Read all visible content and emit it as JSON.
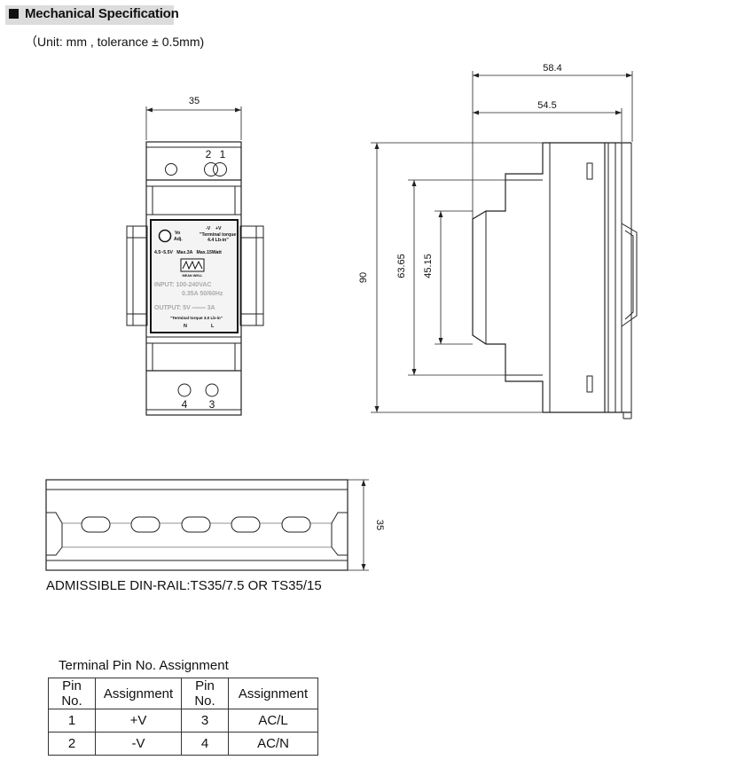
{
  "header": {
    "title": "Mechanical Specification",
    "unit_note": "（Unit: mm , tolerance ± 0.5mm)"
  },
  "front_view": {
    "width_dim": "35",
    "pins_top": [
      "2",
      "1"
    ],
    "pins_bottom": [
      "4",
      "3"
    ],
    "label": {
      "vo_adj": "Vo\nAdj.",
      "vo_text": "Vo",
      "adj_text": "Adj.",
      "polarity": "-V    +V",
      "torque_top_1": "\"Terminal torque",
      "torque_top_2": "4.4 Lb-in\"",
      "rating_line": "4.5~5.5V   Max.3A   Max.15Watt",
      "brand": "MEAN WELL",
      "input_line_1": "INPUT: 100-240VAC",
      "input_line_2": "0.35A  50/60Hz",
      "output_line": "OUTPUT:  5V ═══ 3A",
      "torque_bottom": "\"Terminal torque 3.0 Lb-in\"",
      "n_label": "N",
      "l_label": "L"
    }
  },
  "side_view": {
    "depth_total": "58.4",
    "depth_inner": "54.5",
    "height_total": "90",
    "height_mid": "63.65",
    "height_inner": "45.15"
  },
  "din_rail": {
    "height_dim": "35",
    "caption": "ADMISSIBLE DIN-RAIL:TS35/7.5 OR TS35/15"
  },
  "pin_table": {
    "caption": "Terminal Pin No.  Assignment",
    "headers": [
      "Pin No.",
      "Assignment",
      "Pin No.",
      "Assignment"
    ],
    "rows": [
      [
        "1",
        "+V",
        "3",
        "AC/L"
      ],
      [
        "2",
        "-V",
        "4",
        "AC/N"
      ]
    ]
  }
}
